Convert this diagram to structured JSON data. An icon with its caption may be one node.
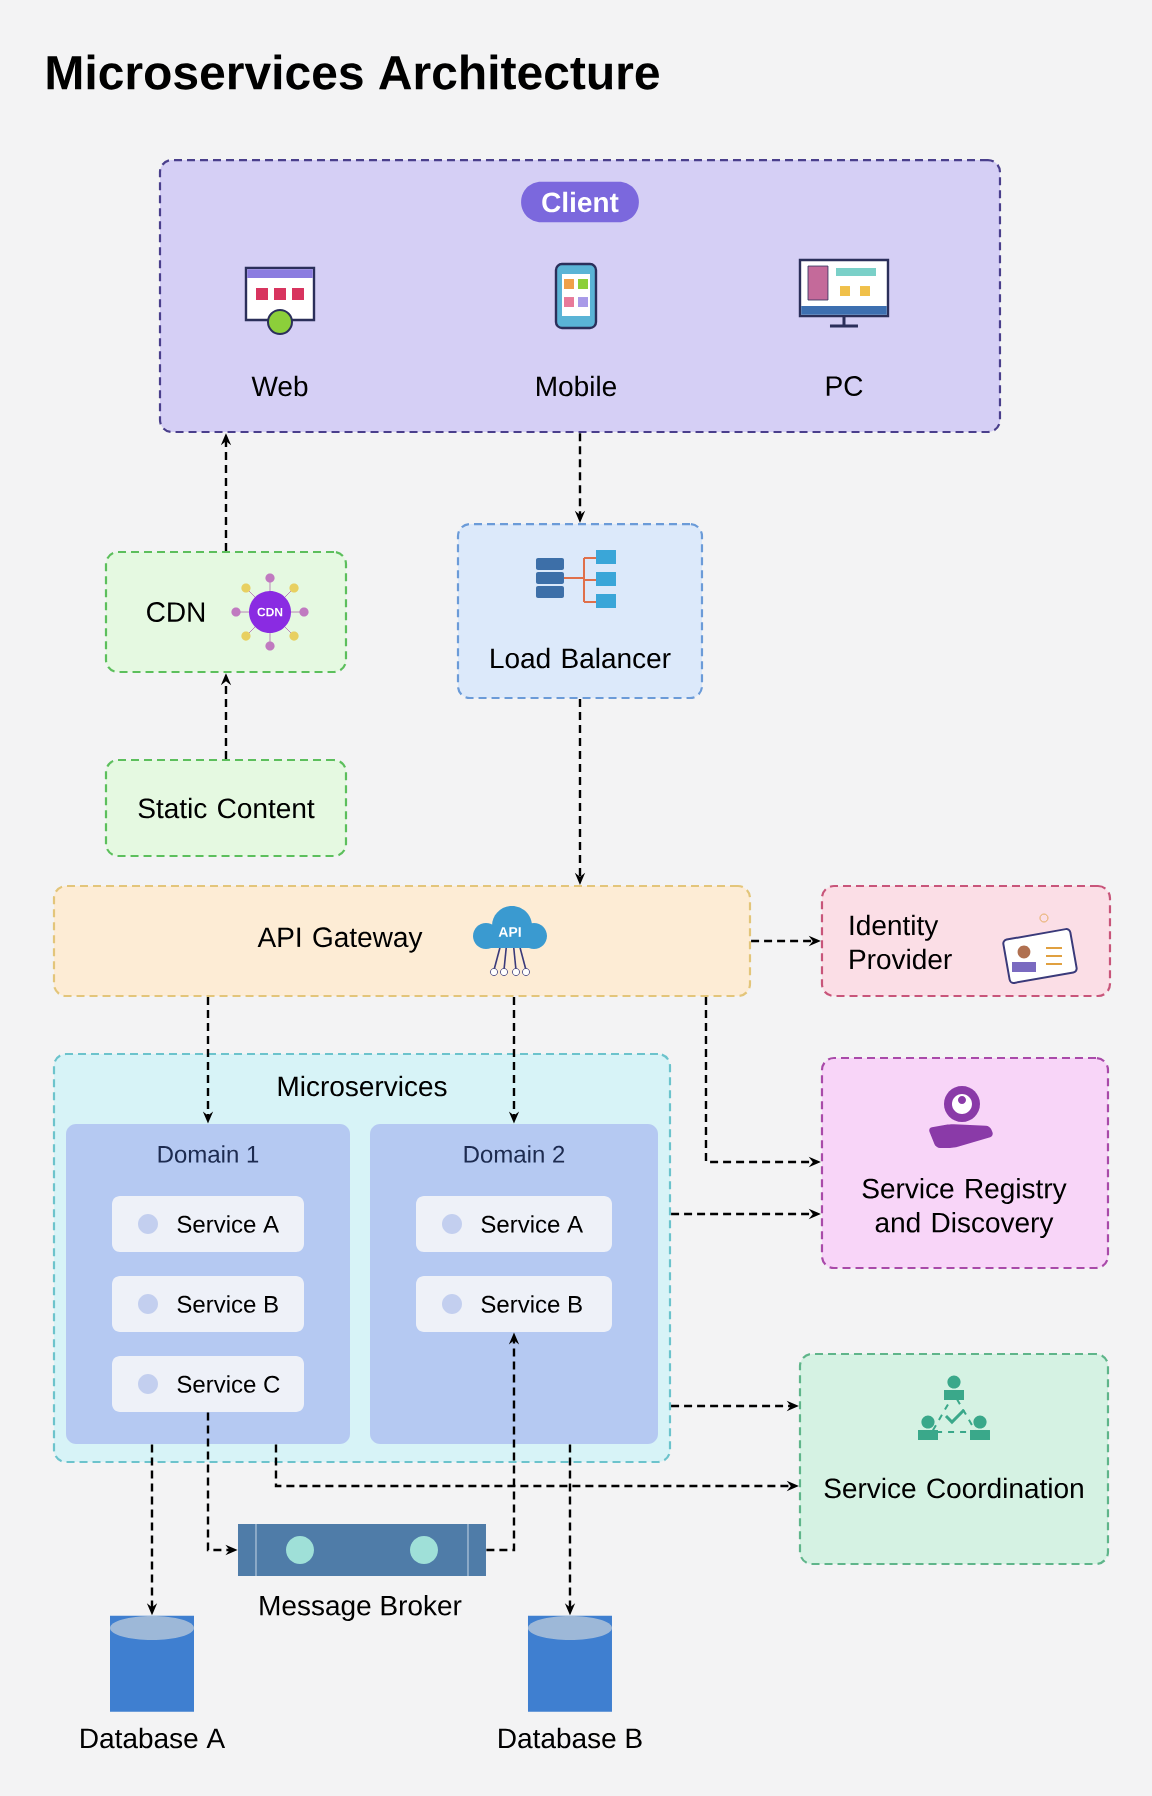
{
  "diagram": {
    "title": "Microservices Architecture",
    "nodes": [
      {
        "text": [
          "Client"
        ]
      },
      {
        "text": [
          "Web"
        ],
        "in": 0
      },
      {
        "text": [
          "Mobile"
        ],
        "in": 0
      },
      {
        "text": [
          "PC"
        ],
        "in": 0
      },
      {
        "text": [
          "CDN"
        ]
      },
      {
        "text": [
          "Load Balancer"
        ]
      },
      {
        "text": [
          "Static Content"
        ]
      },
      {
        "text": [
          "API Gateway"
        ]
      },
      {
        "text": [
          "Identity Provider"
        ]
      },
      {
        "text": [
          "Microservices"
        ]
      },
      {
        "text": [
          "Domain 1"
        ],
        "in": 9
      },
      {
        "text": [
          "Service A"
        ],
        "in": 10
      },
      {
        "text": [
          "Service B"
        ],
        "in": 10
      },
      {
        "text": [
          "Service C"
        ],
        "in": 10
      },
      {
        "text": [
          "Domain 2"
        ],
        "in": 9
      },
      {
        "text": [
          "Service A"
        ],
        "in": 14
      },
      {
        "text": [
          "Service B"
        ],
        "in": 14
      },
      {
        "text": [
          "Service Registry and Discovery"
        ]
      },
      {
        "text": [
          "Service Coordination"
        ]
      },
      {
        "text": [
          "Message Broker"
        ]
      },
      {
        "text": [
          "Database A"
        ]
      },
      {
        "text": [
          "Database B"
        ]
      }
    ],
    "edges": [
      {
        "from": 4,
        "to": 0,
        "arrow": "to"
      },
      {
        "from": 0,
        "to": 5,
        "arrow": "to"
      },
      {
        "from": 6,
        "to": 4,
        "arrow": "to"
      },
      {
        "from": 5,
        "to": 7,
        "arrow": "to"
      },
      {
        "from": 7,
        "to": 8,
        "arrow": "to"
      },
      {
        "from": 7,
        "to": 10,
        "arrow": "to"
      },
      {
        "from": 7,
        "to": 14,
        "arrow": "to"
      },
      {
        "from": 7,
        "to": 17,
        "arrow": "to"
      },
      {
        "from": 9,
        "to": 17,
        "arrow": "to"
      },
      {
        "from": 9,
        "to": 18,
        "arrow": "to"
      },
      {
        "from": 10,
        "to": 18,
        "arrow": "to"
      },
      {
        "from": 13,
        "to": 19,
        "arrow": "to"
      },
      {
        "from": 19,
        "to": 16,
        "arrow": "to"
      },
      {
        "from": 10,
        "to": 20,
        "arrow": "to"
      },
      {
        "from": 14,
        "to": 21,
        "arrow": "to"
      }
    ],
    "labels": [
      "CDN",
      "API"
    ]
  }
}
